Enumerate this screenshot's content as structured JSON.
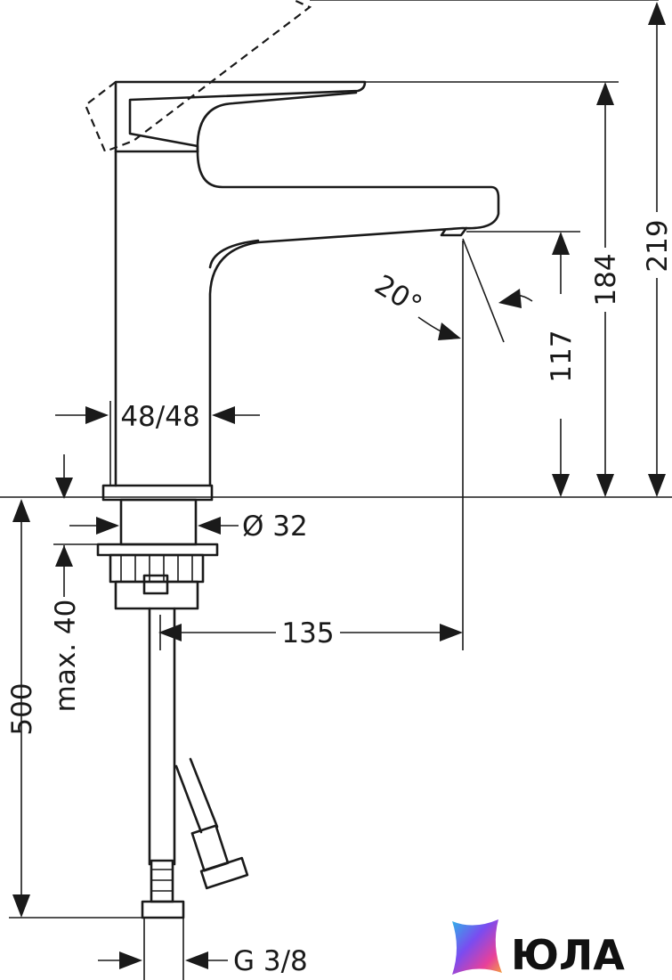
{
  "dimensions": {
    "body_width": "48/48",
    "stem_diameter": "Ø 32",
    "max_thickness": "max. 40",
    "spout_reach": "135",
    "hose_length": "500",
    "connection_thread": "G 3/8",
    "outlet_height": "117",
    "spout_height": "184",
    "total_height": "219",
    "jet_angle": "20°"
  },
  "brand": {
    "name": "ЮЛА",
    "colors": [
      "#2fb4e8",
      "#7a4cf0",
      "#e8409a",
      "#f3a63b"
    ]
  }
}
